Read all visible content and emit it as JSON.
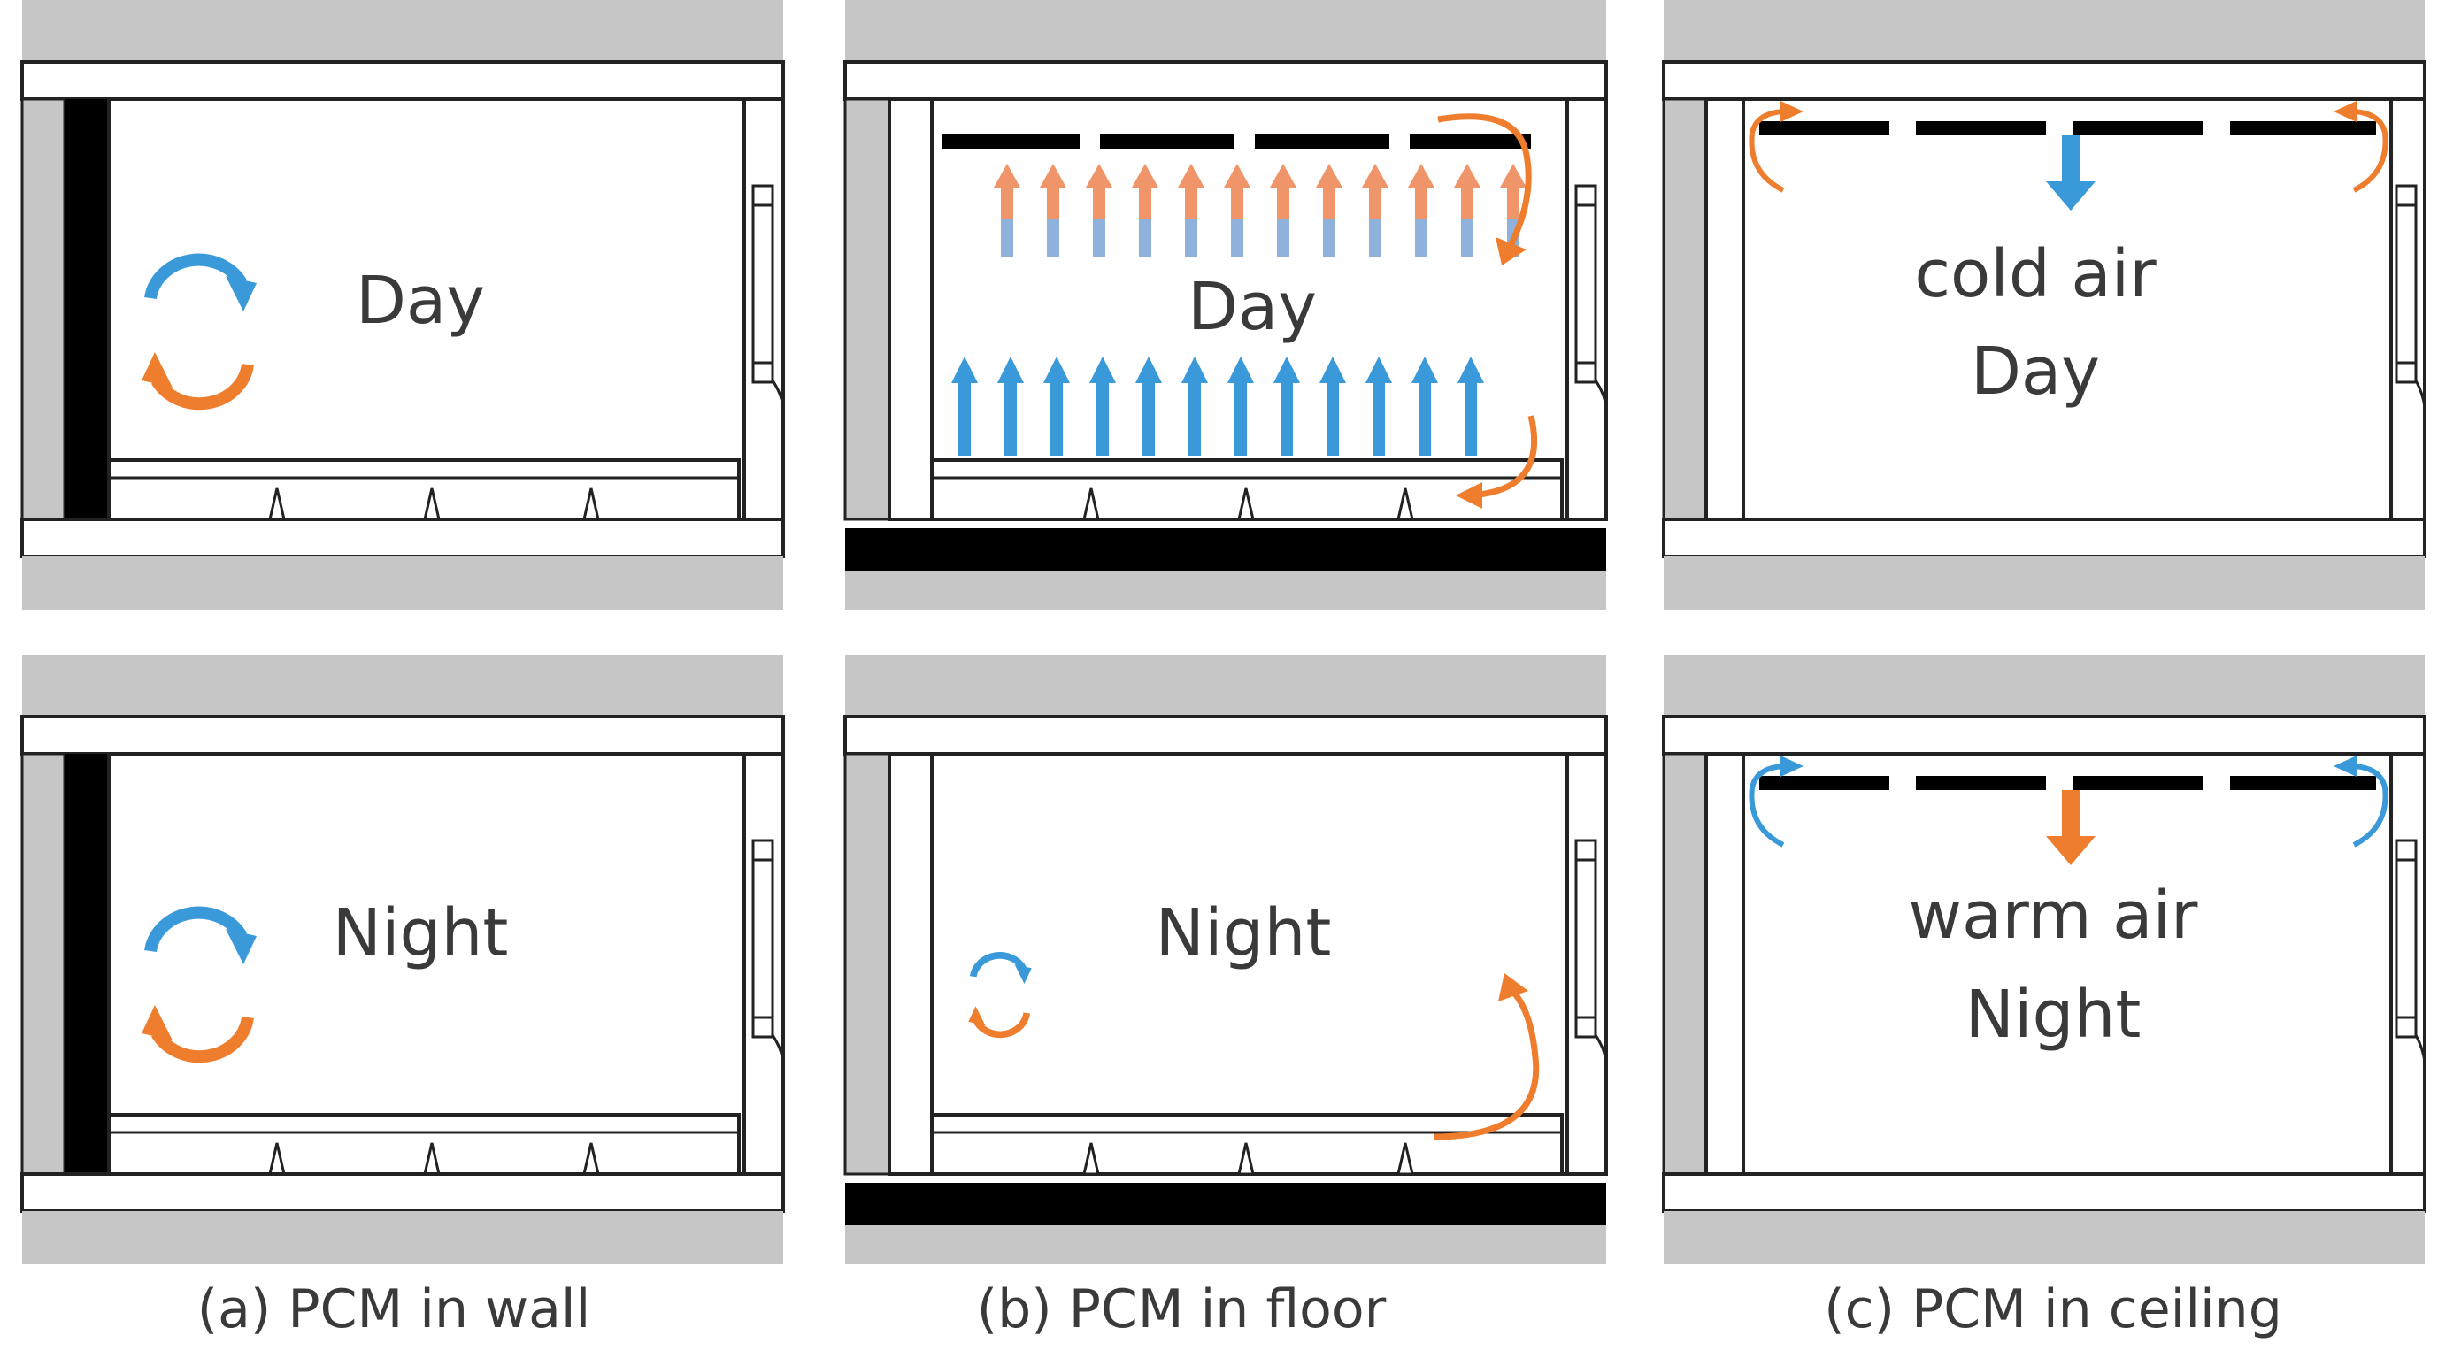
{
  "panels": {
    "wall_day": {
      "label": "Day"
    },
    "floor_day": {
      "label": "Day"
    },
    "ceiling_day": {
      "line1": "cold air",
      "line2": "Day"
    },
    "wall_night": {
      "label": "Night"
    },
    "floor_night": {
      "label": "Night"
    },
    "ceiling_night": {
      "line1": "warm air",
      "line2": "Night"
    }
  },
  "captions": {
    "a": "(a) PCM in wall",
    "b": "(b) PCM in floor",
    "c": "(c) PCM in ceiling"
  },
  "colors": {
    "cold": "#3a9ad9",
    "warm": "#ee7d2e",
    "slab": "#c6c6c6",
    "line": "#222222",
    "pcm": "#000000"
  }
}
